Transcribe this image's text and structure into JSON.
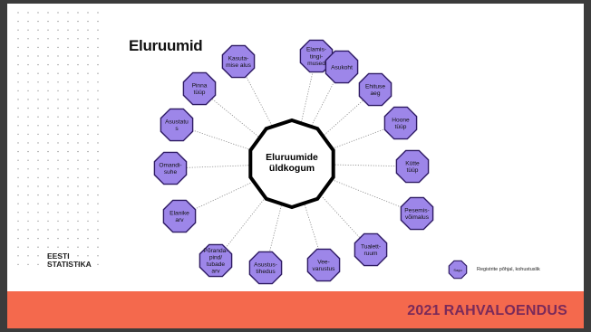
{
  "title": "Eluruumid",
  "center_label": [
    "Eluruumide",
    "üldkogum"
  ],
  "nodes": [
    {
      "lines": [
        "Elamis-",
        "tingi-",
        "mused"
      ]
    },
    {
      "lines": [
        "Asukoht"
      ]
    },
    {
      "lines": [
        "Ehituse",
        "aeg"
      ]
    },
    {
      "lines": [
        "Hoone",
        "tüüp"
      ]
    },
    {
      "lines": [
        "Kütte",
        "tüüp"
      ]
    },
    {
      "lines": [
        "Pesemis-",
        "võimalus"
      ]
    },
    {
      "lines": [
        "Tualett-",
        "ruum"
      ]
    },
    {
      "lines": [
        "Vee-",
        "varustus"
      ]
    },
    {
      "lines": [
        "Asustus-",
        "tihedus"
      ]
    },
    {
      "lines": [
        "Põranda-",
        "pind/",
        "tubade",
        "arv"
      ]
    },
    {
      "lines": [
        "Elanike",
        "arv"
      ]
    },
    {
      "lines": [
        "Omandi-",
        "suhe"
      ]
    },
    {
      "lines": [
        "Asustatu",
        "s"
      ]
    },
    {
      "lines": [
        "Pinna",
        "tüüp"
      ]
    },
    {
      "lines": [
        "Kasuta-",
        "mise alus"
      ]
    }
  ],
  "legend": {
    "marker_text": "Sagu",
    "label": "Registrite põhjal, kohustuslik"
  },
  "logo": {
    "line1": "EESTI",
    "line2": "STATISTIKA"
  },
  "footer": {
    "year": "2021",
    "brand": "RAHVALOENDUS"
  },
  "colors": {
    "node_fill": "#9d86e9",
    "node_stroke": "#2e1a63",
    "center_stroke": "#000000",
    "footer": "#f4694d",
    "footer_text": "#7a2a5a"
  }
}
